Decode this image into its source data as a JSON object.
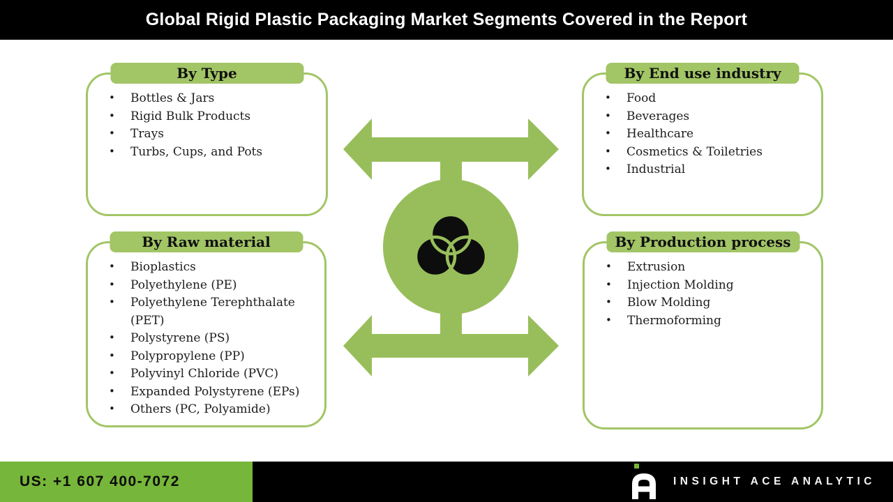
{
  "title": "Global Rigid Plastic Packaging Market Segments Covered in the Report",
  "bullet_glyph": "•",
  "boxes": {
    "type": {
      "header": "By Type",
      "items": [
        "Bottles & Jars",
        "Rigid Bulk Products",
        "Trays",
        "Turbs, Cups, and Pots"
      ]
    },
    "end_use": {
      "header": "By End use industry",
      "items": [
        "Food",
        "Beverages",
        "Healthcare",
        "Cosmetics & Toiletries",
        "Industrial"
      ]
    },
    "raw_material": {
      "header": "By Raw material",
      "items": [
        "Bioplastics",
        "Polyethylene (PE)",
        "Polyethylene Terephthalate (PET)",
        "Polystyrene (PS)",
        "Polypropylene (PP)",
        "Polyvinyl Chloride (PVC)",
        "Expanded Polystyrene (EPs)",
        "Others (PC, Polyamide)"
      ]
    },
    "production": {
      "header": "By Production process",
      "items": [
        "Extrusion",
        "Injection Molding",
        "Blow Molding",
        "Thermoforming"
      ]
    }
  },
  "footer": {
    "phone_label": "US: +1 607 400-7072",
    "brand_name": "INSIGHT ACE ANALYTIC"
  },
  "icons": {
    "center": "venn-diagram-icon",
    "logo": "insight-ace-logo-a-mark"
  },
  "colors": {
    "accent_green": "#98BE5B",
    "header_green": "#A2C566",
    "footer_green": "#76B63A",
    "bar_black": "#000000",
    "text_black": "#1c1c1c",
    "title_white": "#ffffff"
  }
}
